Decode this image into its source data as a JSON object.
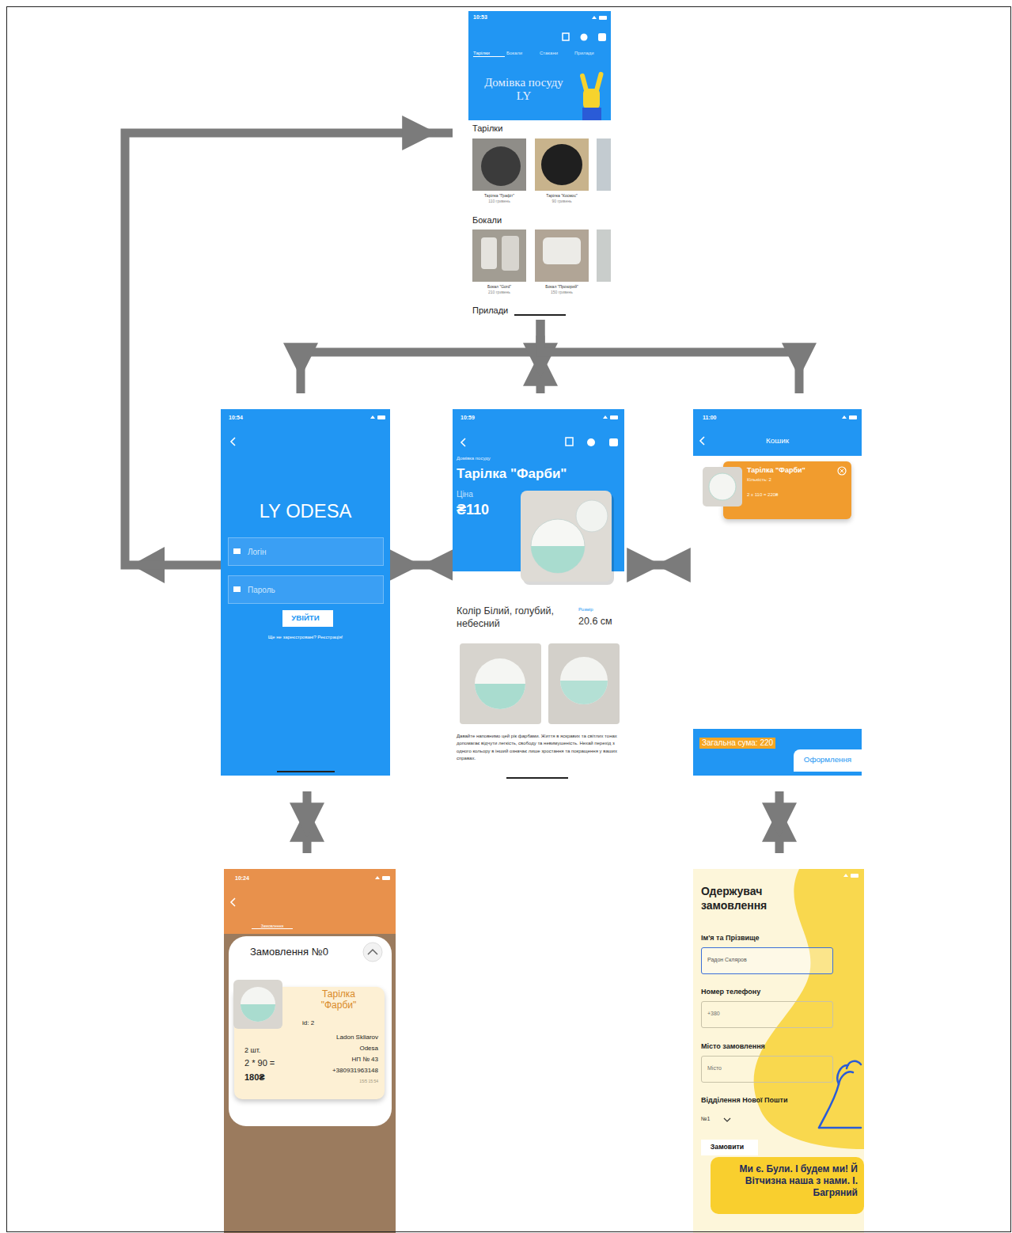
{
  "diagram": {
    "nodes": [
      {
        "text": [
          "10:53",
          "Тарілки",
          "Бокали",
          "Стакани",
          "Прилади",
          "Домівка посуду LY",
          "Тарілки",
          "Тарілка \"Графіт\"",
          "110 гривень",
          "Тарілка \"Космос\"",
          "90 гривень",
          "Бокали",
          "Бокал \"Gord\"",
          "210 гривень",
          "Бокал \"Прозорий\"",
          "150 гривень",
          "Прилади"
        ]
      },
      {
        "text": [
          "10:54",
          "LY ODESA",
          "Ще не зареєстровані? Реєстрація!"
        ]
      },
      {
        "text": [
          "Логін"
        ],
        "in": 1
      },
      {
        "text": [
          "Пароль"
        ],
        "in": 1
      },
      {
        "text": [
          "УВІЙТИ"
        ],
        "in": 1
      },
      {
        "text": [
          "10:59",
          "Домівка посуду",
          "Тарілка \"Фарби\"",
          "Ціна",
          "₴110",
          "Колір Білий, голубий, небесний",
          "Розмір",
          "20.6 см",
          "Давайте наповнимо цей рік фарбами. Життя в яскравих та світлих тонах допомагає відчути легкість, свободу та невимушеність. Нехай перехід з одного кольору в інший означає лише зростання та покращення у ваших справах."
        ]
      },
      {
        "text": [
          "11:00",
          "Кошик"
        ]
      },
      {
        "text": [
          "Тарілка \"Фарби\"",
          "Кількість: 2",
          "2 x 110 = 220₴"
        ],
        "in": 6
      },
      {
        "text": [
          "Загальна сума: 220"
        ],
        "in": 6
      },
      {
        "text": [
          "Оформлення"
        ],
        "in": 8
      },
      {
        "text": [
          "10:24",
          "Замовлення"
        ]
      },
      {
        "text": [
          "Замовлення №0"
        ],
        "in": 10
      },
      {
        "text": [
          "Тарілка \"Фарби\"",
          "id: 2",
          "Ladon Skliarov",
          "Odesa",
          "НП № 43",
          "+380931963148",
          "15/5 15:54",
          "2 шт.",
          "2 * 90 =",
          "180₴"
        ],
        "in": 11
      },
      {
        "text": [
          "Одержувач замовлення",
          "Ім'я та Прізвище",
          "Номер телефону",
          "Місто замовлення",
          "Відділення Нової Пошти",
          "№1"
        ]
      },
      {
        "text": [
          "Радон Скляров"
        ],
        "in": 13
      },
      {
        "text": [
          "+380"
        ],
        "in": 13
      },
      {
        "text": [
          "Місто"
        ],
        "in": 13
      },
      {
        "text": [
          "Замовити"
        ],
        "in": 13
      },
      {
        "text": [
          "Ми є. Були. І будем ми! Й Вітчизна наша з нами. І. Багряний"
        ],
        "in": 13
      }
    ],
    "edges": [
      {
        "from": 0,
        "to": 1,
        "arrow": "to"
      },
      {
        "from": 0,
        "to": 5,
        "arrow": "both"
      },
      {
        "from": 0,
        "to": 6,
        "arrow": "to"
      },
      {
        "from": 1,
        "to": 0,
        "arrow": "to"
      },
      {
        "from": 1,
        "to": 5,
        "arrow": "both"
      },
      {
        "from": 5,
        "to": 6,
        "arrow": "both"
      },
      {
        "from": 1,
        "to": 10,
        "arrow": "both"
      },
      {
        "from": 8,
        "to": 13,
        "arrow": "both"
      }
    ]
  }
}
